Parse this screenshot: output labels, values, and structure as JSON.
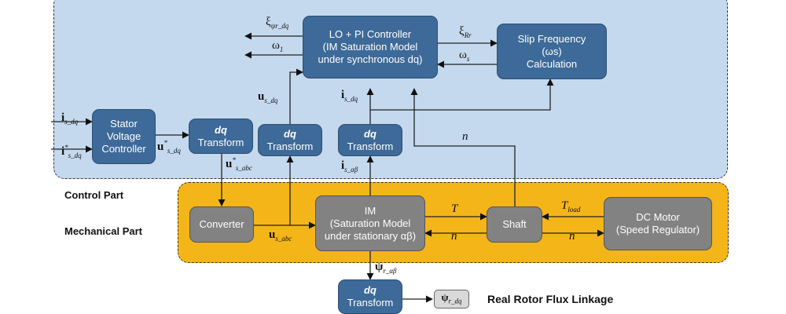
{
  "sections": {
    "control": "Control Part",
    "mechanical": "Mechanical Part",
    "real_flux": "Real Rotor Flux Linkage"
  },
  "blocks": {
    "lo_pi": [
      "LO + PI Controller",
      "(IM Saturation Model",
      "under synchronous dq)"
    ],
    "slip": [
      "Slip Frequency",
      "(ωs)",
      "Calculation"
    ],
    "stator": [
      "Stator",
      "Voltage",
      "Controller"
    ],
    "dq_transform": [
      "dq",
      "Transform"
    ],
    "converter": "Converter",
    "im": [
      "IM",
      "(Saturation Model",
      "under stationary αβ)"
    ],
    "shaft": "Shaft",
    "dc_motor": [
      "DC Motor",
      "(Speed Regulator)"
    ]
  },
  "signals": {
    "xi_psi": {
      "main": "ξ",
      "sub": "ψr_dq"
    },
    "omega1": {
      "main": "ω",
      "sub": "1"
    },
    "xi_r": {
      "main": "ξ",
      "sub": "Rr"
    },
    "omega_s": {
      "main": "ω",
      "sub": "s"
    },
    "is_dq_top": {
      "main": "i",
      "sub": "s_dq"
    },
    "us_dq": {
      "main": "u",
      "sub": "s_dq"
    },
    "is_dq_in": {
      "main": "i",
      "sub": "s_dq"
    },
    "is_dq_ref": {
      "main": "i",
      "sup": "*",
      "sub": "s_dq"
    },
    "us_dq_ref": {
      "main": "u",
      "sup": "*",
      "sub": "s_dq"
    },
    "us_abc_ref": {
      "main": "u",
      "sup": "*",
      "sub": "s_abc"
    },
    "n_top": "n",
    "is_ab": {
      "main": "i",
      "sub": "s_αβ"
    },
    "us_abc": {
      "main": "u",
      "sub": "s_abc"
    },
    "torque": "T",
    "n_im": "n",
    "tload": {
      "main": "T",
      "sub": "load"
    },
    "n_dc": "n",
    "psi_r_ab": {
      "main": "ψ",
      "sub": "r_αβ"
    },
    "psi_r_dq": {
      "main": "ψ",
      "sub": "r_dq"
    }
  }
}
